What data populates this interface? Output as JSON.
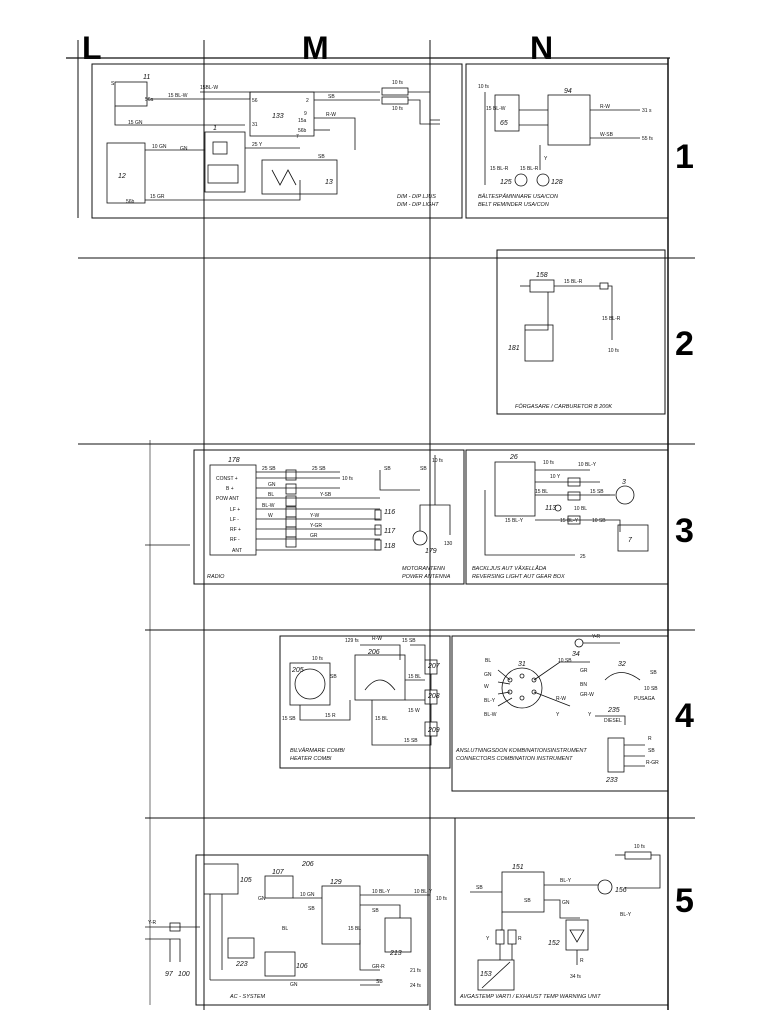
{
  "columns": [
    "L",
    "M",
    "N"
  ],
  "rows": [
    "1",
    "2",
    "3",
    "4",
    "5"
  ],
  "panels": {
    "p1_left": {
      "components": [
        "11",
        "133",
        "12",
        "13",
        "1"
      ],
      "wires": [
        "15 BL-W",
        "15BL-W",
        "15 GN",
        "10 GN",
        "15 GR",
        "GN",
        "SB",
        "R-W",
        "25 Y",
        "SB"
      ],
      "terminals": [
        "S",
        "56a",
        "56",
        "2",
        "31",
        "15a",
        "9",
        "7",
        "56b",
        "56b"
      ],
      "fuse": [
        "10 fs",
        "10 fs"
      ],
      "caption": [
        "DIM - DIP LJUS",
        "DIM - DIP LIGHT"
      ]
    },
    "p1_right": {
      "components": [
        "65",
        "94",
        "125",
        "128"
      ],
      "wires": [
        "R-W",
        "W-SB",
        "15 BL-W",
        "15 BL-R",
        "15 BL-R",
        "Y"
      ],
      "refs": [
        "10 fs",
        "31 s",
        "55 fs"
      ],
      "caption": [
        "BÄLTESPÄMINNARE USA/CON",
        "BELT REMINDER USA/CON"
      ]
    },
    "p2": {
      "components": [
        "158",
        "181"
      ],
      "wires": [
        "15 BL-R",
        "15 BL-R"
      ],
      "refs": [
        "10 fs"
      ],
      "caption": [
        "FÖRGASARE / CARBURETOR  B 200K"
      ]
    },
    "p3_left": {
      "components": [
        "178",
        "116",
        "117",
        "118",
        "179"
      ],
      "pins": [
        "CONST +",
        "B +",
        "POW ANT",
        "LF +",
        "LF -",
        "RF +",
        "RF -",
        "ANT"
      ],
      "wires": [
        "25 SB",
        "25 SB",
        "GN",
        "BL",
        "Y-SB",
        "BL-W",
        "W",
        "Y-W",
        "Y-GR",
        "GR",
        "SB",
        "SB"
      ],
      "refs": [
        "10 fs",
        "130",
        "10 fs"
      ],
      "captions": [
        "RADIO",
        "MOTORANTENN",
        "POWER ANTENNA"
      ]
    },
    "p3_right": {
      "components": [
        "26",
        "3",
        "113",
        "7"
      ],
      "wires": [
        "10 BL-Y",
        "10 Y",
        "15 BL",
        "15 SB",
        "15 BL-Y",
        "10 BL",
        "15 BL-Y",
        "10 SB"
      ],
      "refs": [
        "10 fs",
        "25"
      ],
      "caption": [
        "BACKLJUS AUT VÄXELLÅDA",
        "REVERSING LIGHT AUT GEAR BOX"
      ]
    },
    "p4_left": {
      "components": [
        "205",
        "206",
        "207",
        "208",
        "209"
      ],
      "wires": [
        "R-W",
        "15 SB",
        "15 BL",
        "15 W",
        "15 SB",
        "15 BL",
        "15 R",
        "15 SB"
      ],
      "refs": [
        "10 fs",
        "129 fs",
        "SB"
      ],
      "caption": [
        "BILVÄRMARE COMBI",
        "HEATER COMBI"
      ]
    },
    "p4_right": {
      "components": [
        "31",
        "32",
        "34",
        "235",
        "233"
      ],
      "wires": [
        "BL",
        "GN",
        "W",
        "BL-Y",
        "BL-W",
        "R-W",
        "Y",
        "Y-R",
        "GR",
        "BN",
        "GR-W",
        "SB",
        "10 SB",
        "10 SB",
        "Y",
        "R",
        "SB",
        "R-GR"
      ],
      "tags": [
        "PUSAGA",
        "DIESEL"
      ],
      "caption": [
        "ANSLUTNINGSDON KOMBINATIONSINSTRUMENT",
        "CONNECTORS COMBINATION INSTRUMENT"
      ]
    },
    "p5_left": {
      "components": [
        "105",
        "107",
        "129",
        "206",
        "223",
        "106",
        "213",
        "97",
        "100"
      ],
      "wires": [
        "SB",
        "GN",
        "10 GN",
        "BL",
        "15 BL",
        "10 BL-Y",
        "SB",
        "10 BL-Y",
        "GR-R",
        "SB",
        "GN",
        "Y-R"
      ],
      "refs": [
        "10 fs",
        "21 fs",
        "24 fs"
      ],
      "caption": [
        "AC - SYSTEM"
      ]
    },
    "p5_right": {
      "components": [
        "151",
        "156",
        "152",
        "153"
      ],
      "wires": [
        "SB",
        "BL-Y",
        "GN",
        "BL-Y",
        "R",
        "Y",
        "R",
        "SB"
      ],
      "refs": [
        "10 fs",
        "34 fs"
      ],
      "caption": [
        "AVGASTEMP VARTI / EXHAUST TEMP WARNING UNIT"
      ]
    }
  }
}
